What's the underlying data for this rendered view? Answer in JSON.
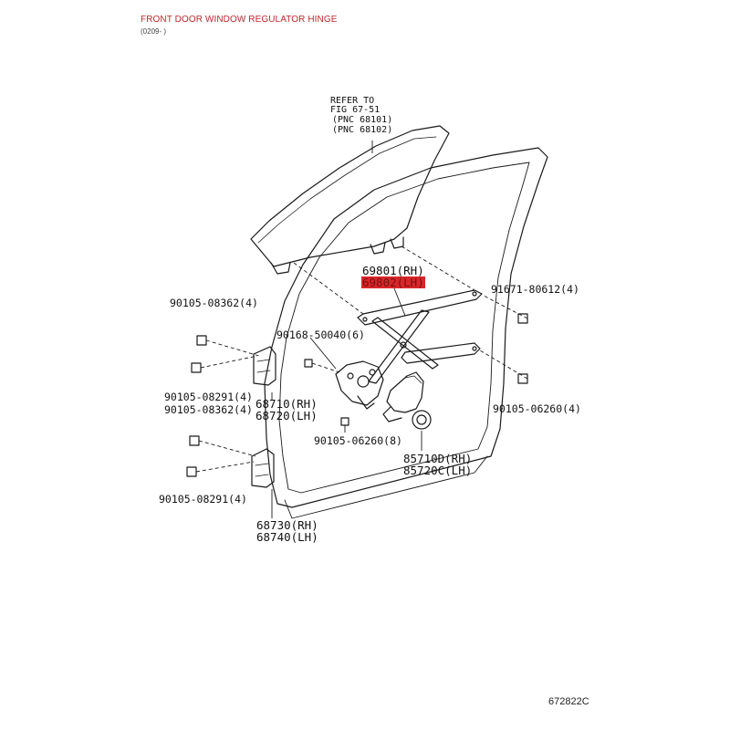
{
  "header": {
    "title": "FRONT DOOR WINDOW REGULATOR HINGE",
    "subtitle": "(0209- )"
  },
  "refer": {
    "line1": "REFER TO",
    "line2": "FIG 67-51",
    "line3": "(PNC 68101)",
    "line4": "(PNC 68102)"
  },
  "parts": {
    "p69801": "69801(RH)",
    "p69802": "69802(LH)",
    "p91671": "91671-80612(4)",
    "p90105_08362_a": "90105-08362(4)",
    "p90168": "90168-50040(6)",
    "p90105_08291_a": "90105-08291(4)",
    "p68710": "68710(RH)",
    "p90105_08362_b": "90105-08362(4)",
    "p68720": "68720(LH)",
    "p90105_06260_a": "90105-06260(4)",
    "p90105_06260_b": "90105-06260(8)",
    "p85710": "85710D(RH)",
    "p85720": "85720C(LH)",
    "p90105_08291_b": "90105-08291(4)",
    "p68730": "68730(RH)",
    "p68740": "68740(LH)"
  },
  "figure_code": "672822C",
  "colors": {
    "title": "#c0272d",
    "highlight": "#d9262a"
  }
}
